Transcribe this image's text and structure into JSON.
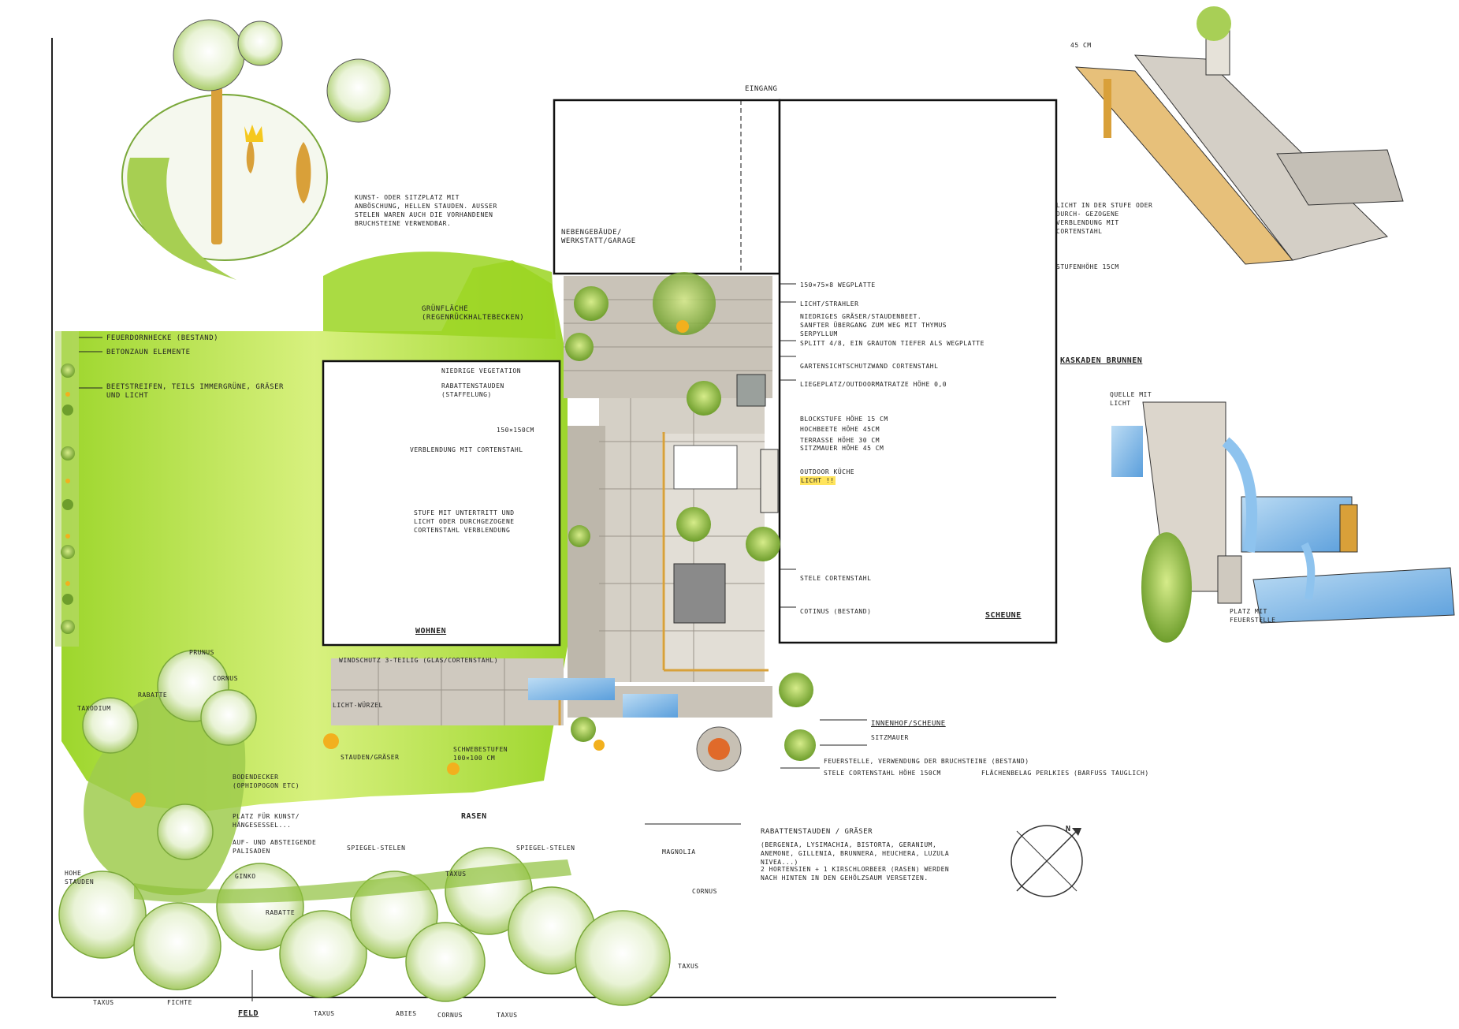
{
  "plan": {
    "entrance": "EINGANG",
    "rooms": {
      "outbuilding": "NEBENGEBÄUDE/ WERKSTATT/GARAGE",
      "living": "WOHNEN",
      "barn": "SCHEUNE"
    },
    "lawn": "RASEN",
    "field": "FELD",
    "area_size": "150×150cm",
    "cascade_title": "KASKADEN BRUNNEN"
  },
  "labels": {
    "sculpture_seat": "KUNST- ODER SITZPLATZ MIT ANBÖSCHUNG, HELLEN STAUDEN. AUSSER STELEN WAREN AUCH DIE VORHANDENEN BRUCHSTEINE VERWENDBAR.",
    "fire_hedge": "FEUERDORNHECKE (BESTAND)",
    "concrete_fence": "BETONZAUN ELEMENTE",
    "bed_strips": "BEETSTREIFEN, TEILS IMMERGRÜNE, GRÄSER UND LICHT",
    "green_area": "GRÜNFLÄCHE (REGENRÜCKHALTEBECKEN)",
    "low_vegetation": "NIEDRIGE VEGETATION",
    "border_perennials": "RABATTENSTAUDEN (STAFFELUNG)",
    "corten_facing": "VERBLENDUNG MIT CORTENSTAHL",
    "step": "STUFE MIT UNTERTRITT UND LICHT ODER DURCHGEZOGENE CORTENSTAHL VERBLENDUNG",
    "path_slab": "150×75×8 WEGPLATTE",
    "light": "LICHT/STRAHLER",
    "low_grasses": "NIEDRIGES GRÄSER/STAUDENBEET. SANFTER ÜBERGANG ZUM WEG MIT THYMUS SERPYLLUM",
    "gravel": "SPLITT 4/8, EIN GRAUTON TIEFER ALS WEGPLATTE",
    "privacy_wall": "GARTENSICHTSCHUTZWAND CORTENSTAHL",
    "lounge": "LIEGEPLATZ/OUTDOORMATRATZE HÖHE 0,0",
    "block_step": "BLOCKSTUFE HÖHE 15 CM",
    "raised_bed": "HOCHBEETE HÖHE 45CM",
    "terrace": "TERRASSE HÖHE 30 CM",
    "seat_wall": "SITZMAUER HÖHE 45 CM",
    "outdoor_kitchen": "OUTDOOR KÜCHE",
    "light_excl": "LICHT !!",
    "stele": "STELE CORTENSTAHL",
    "cotinus": "COTINUS (BESTAND)",
    "windscreen": "WINDSCHUTZ 3-TEILIG (GLAS/CORTENSTAHL)",
    "light_mood": "LICHT-WÜRZEL",
    "perennials_grasses": "STAUDEN/GRÄSER",
    "floating_steps": "SCHWEBESTUFEN 100×100 CM",
    "courtyard": "INNENHOF/SCHEUNE",
    "seat_wall2": "SITZMAUER",
    "fireplace": "FEUERSTELLE, VERWENDUNG DER BRUCHSTEINE (BESTAND)",
    "stele_corten": "STELE CORTENSTAHL HÖHE 150CM",
    "gravel_surface": "FLÄCHENBELAG PERLKIES (BARFUSS TAUGLICH)",
    "prunus": "PRUNUS",
    "cornus_top": "CORNUS",
    "taxodium": "TAXODIUM",
    "rabatte": "RABATTE",
    "ground_cover": "BODENDECKER (OPHIOPOGON ETC)",
    "art_place": "PLATZ FÜR KUNST/ HÄNGESESSEL...",
    "palisades": "AUF- UND ABSTEIGENDE PALISADEN",
    "ginko": "GINKO",
    "high_perennials": "HOHE STAUDEN",
    "mirror_steles1": "SPIEGEL-STELEN",
    "mirror_steles2": "SPIEGEL-STELEN",
    "taxus_mid": "TAXUS",
    "magnolia": "MAGNOLIA",
    "border_plants_title": "RABATTENSTAUDEN / GRÄSER",
    "border_plants_list": "(BERGENIA, LYSIMACHIA, BISTORTA, GERANIUM, ANEMONE, GILLENIA, BRUNNERA, HEUCHERA, LUZULA NIVEA...)",
    "hydrangeas": "2 HORTENSIEN + 1 KIRSCHLORBEER (RASEN) WERDEN NACH HINTEN IN DEN GEHÖLZSAUM VERSETZEN.",
    "cornus_right": "CORNUS",
    "taxus_right": "TAXUS",
    "rabatte_bottom": "RABATTE",
    "taxus_b1": "TAXUS",
    "fichte": "FICHTE",
    "taxus_b2": "TAXUS",
    "abies": "ABIES",
    "cornus_b": "CORNUS",
    "taxus_b3": "TAXUS"
  },
  "detail_step": {
    "height_top": "45 CM",
    "light_note": "LICHT IN DER STUFE ODER DURCH- GEZOGENE VERBLENDUNG MIT CORTENSTAHL",
    "step_height": "STUFENHÖHE 15CM"
  },
  "detail_fountain": {
    "source": "QUELLE MIT LICHT",
    "fire_place": "PLATZ MIT FEUERSTELLE"
  },
  "compass": {
    "north": "N"
  },
  "colors": {
    "lawn": "#a8dc1e",
    "lawn_dark": "#74c02a",
    "paving": "#c9c3b8",
    "corten": "#d8a13a",
    "water": "#7fb8e6",
    "tree": "#b7d86a"
  }
}
